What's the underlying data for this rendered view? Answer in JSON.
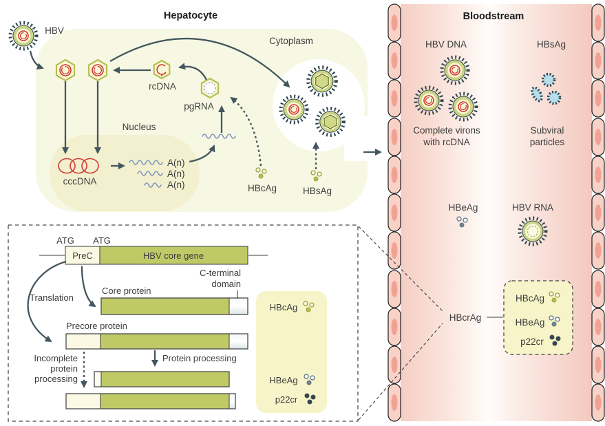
{
  "colors": {
    "hepatocyte_fill": "#f7f8e3",
    "nucleus_fill": "#f3f0d0",
    "bloodstream_pink": "#f5cec3",
    "endothelium_fill": "#f9d2c7",
    "endothelium_nucleus": "#f0a294",
    "olive_bar": "#bfca67",
    "cream": "#fbf9e3",
    "panel_yellow": "#f7f4c9",
    "virion_spike": "#31474f",
    "envelope_green": "#cbd584",
    "dna_red": "#d0392e",
    "rna_blue": "#8299bd",
    "arrow": "#44565e",
    "subviral_blue": "#b7dcea"
  },
  "hepatocyte": {
    "title": "Hepatocyte",
    "hbv": "HBV",
    "cytoplasm": "Cytoplasm",
    "nucleus": "Nucleus",
    "rcdna": "rcDNA",
    "pgrna": "pgRNA",
    "cccdna": "cccDNA",
    "an_1": "A(n)",
    "an_2": "A(n)",
    "an_3": "A(n)",
    "hbcag": "HBcAg",
    "hbsag": "HBsAg"
  },
  "bloodstream": {
    "title": "Bloodstream",
    "hbv_dna": "HBV DNA",
    "hbsag": "HBsAg",
    "complete_line1": "Complete virons",
    "complete_line2": "with rcDNA",
    "subviral_line1": "Subviral",
    "subviral_line2": "particles",
    "hbeag": "HBeAg",
    "hbv_rna": "HBV RNA",
    "hbcrag": "HBcrAg",
    "panel": {
      "hbcag": "HBcAg",
      "hbeag": "HBeAg",
      "p22cr": "p22cr"
    }
  },
  "inset": {
    "atg_1": "ATG",
    "atg_2": "ATG",
    "prec": "PreC",
    "core_gene": "HBV core gene",
    "translation": "Translation",
    "core_protein": "Core protein",
    "cterm_line1": "C-terminal",
    "cterm_line2": "domain",
    "precore": "Precore protein",
    "incomplete_line1": "Incomplete",
    "incomplete_line2": "protein",
    "incomplete_line3": "processing",
    "processing": "Protein processing",
    "panel": {
      "hbcag": "HBcAg",
      "hbeag": "HBeAg",
      "p22cr": "p22cr"
    }
  }
}
